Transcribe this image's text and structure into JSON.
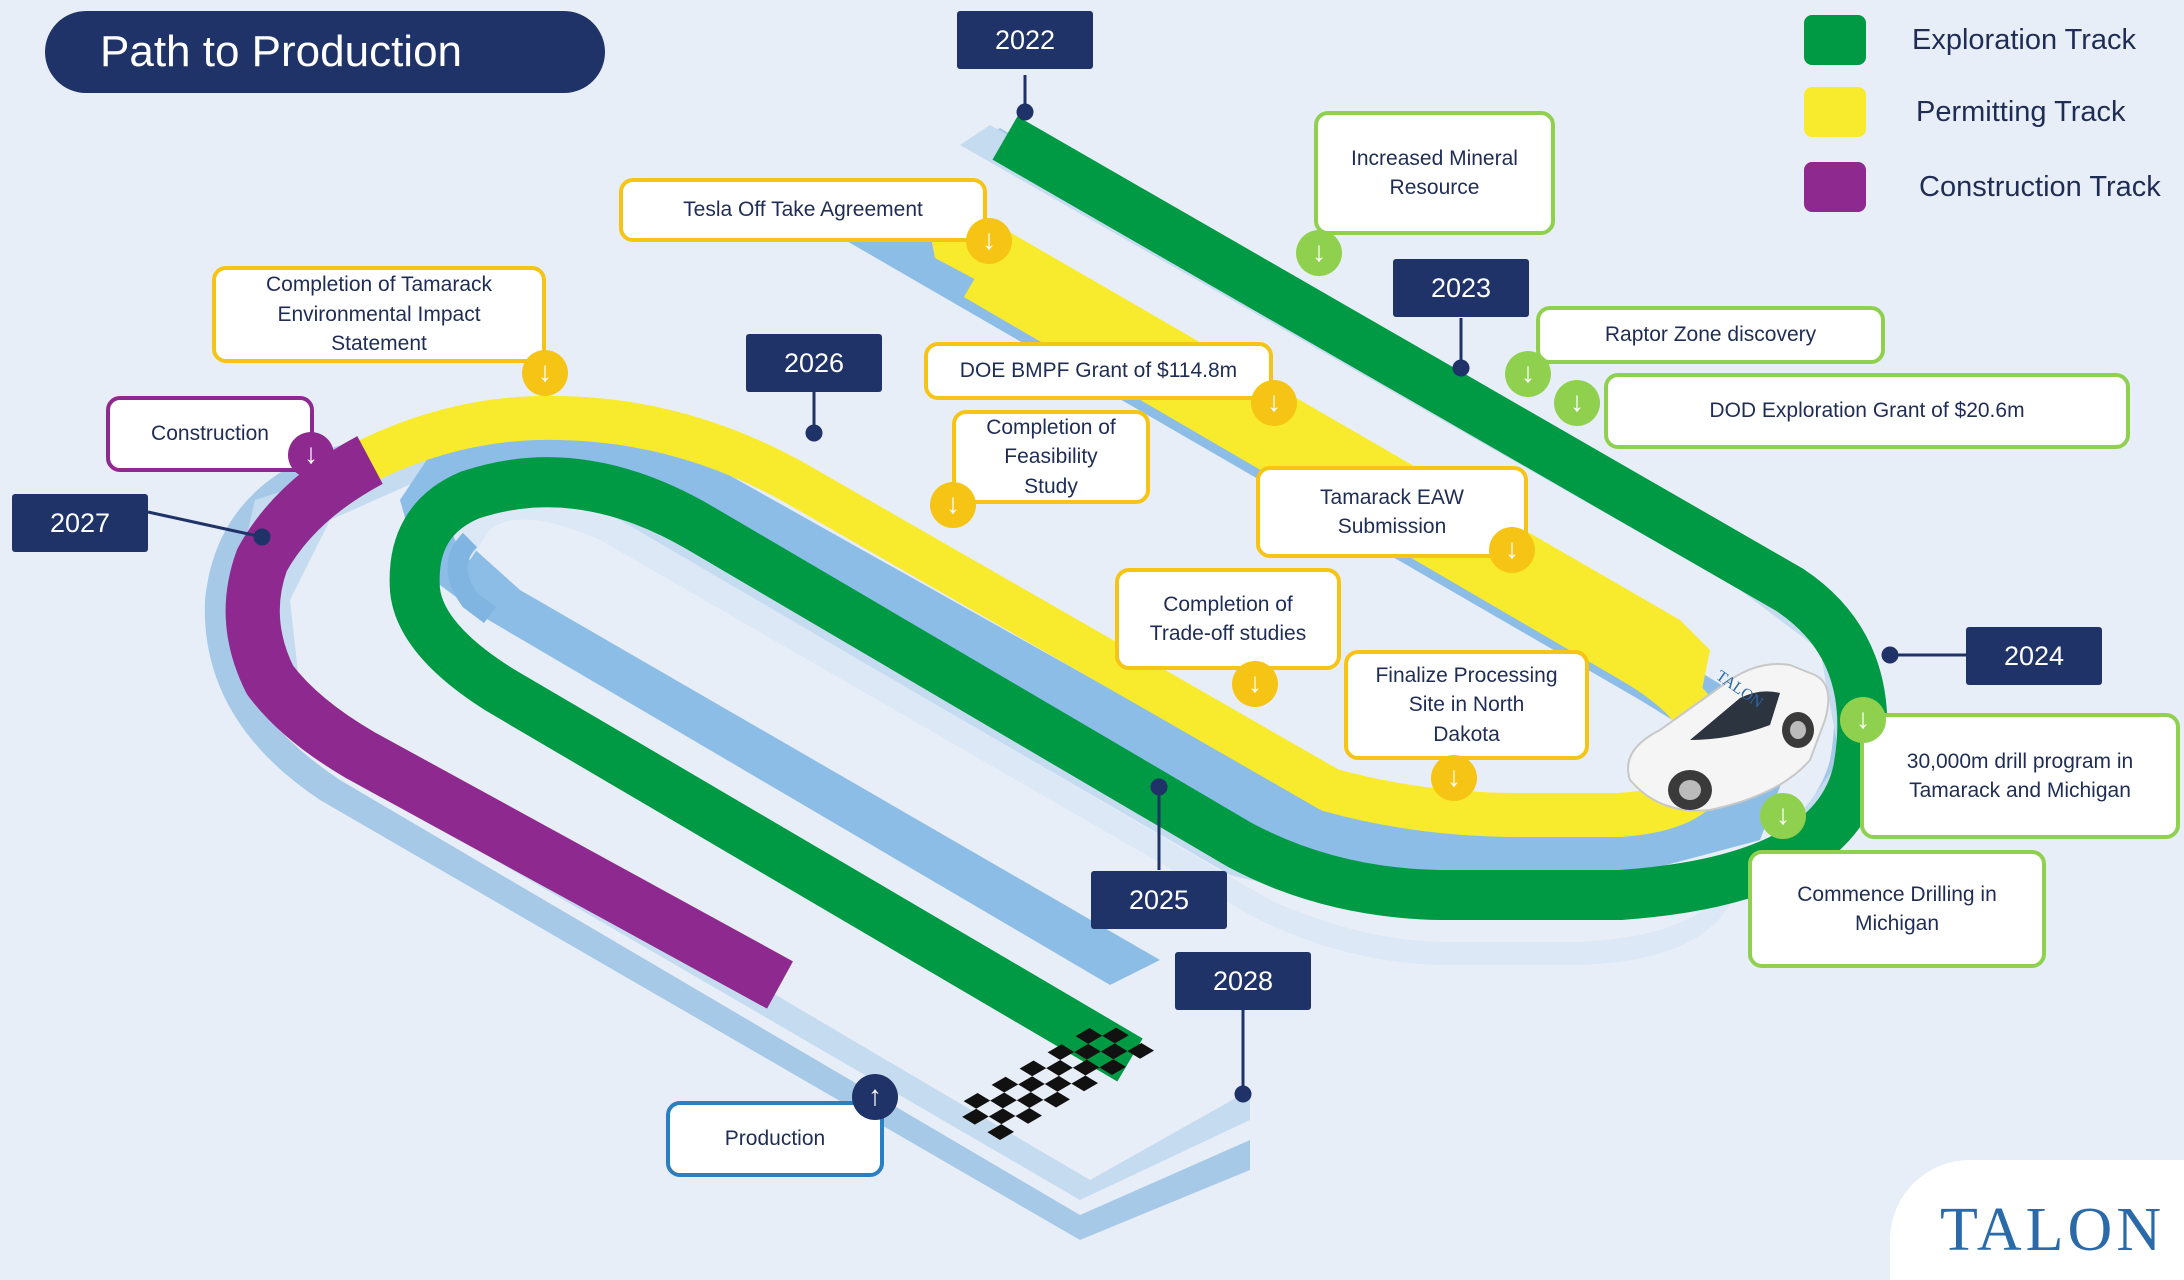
{
  "title": "Path to Production",
  "legend": [
    {
      "label": "Exploration Track",
      "color": "#009a44"
    },
    {
      "label": "Permitting Track",
      "color": "#f8ea2c"
    },
    {
      "label": "Construction Track",
      "color": "#8e2a8f"
    }
  ],
  "years": {
    "y2022": "2022",
    "y2023": "2023",
    "y2024": "2024",
    "y2025": "2025",
    "y2026": "2026",
    "y2027": "2027",
    "y2028": "2028"
  },
  "milestones": {
    "tesla": "Tesla Off Take Agreement",
    "mineral": "Increased Mineral\nResource",
    "raptor": "Raptor Zone discovery",
    "dod": "DOD Exploration Grant of $20.6m",
    "doe": "DOE BMPF Grant of $114.8m",
    "feasibility": "Completion of\nFeasibility\nStudy",
    "eaw": "Tamarack EAW\nSubmission",
    "tradeoff": "Completion of\nTrade-off studies",
    "processing": "Finalize Processing\nSite in North\nDakota",
    "drill": "30,000m drill program in\nTamarack and Michigan",
    "michigan": "Commence Drilling in\nMichigan",
    "eis": "Completion of Tamarack\nEnvironmental Impact\nStatement",
    "construction": "Construction",
    "production": "Production"
  },
  "car_logo": "TALON",
  "logo_text": "TALON",
  "colors": {
    "navy": "#1f3368",
    "exploration": "#009a44",
    "permitting": "#f8ea2c",
    "construction": "#8e2a8f",
    "track_light": "#c5dbf0",
    "track_mid": "#a9cbea",
    "track_edge": "#7fb5e0"
  }
}
